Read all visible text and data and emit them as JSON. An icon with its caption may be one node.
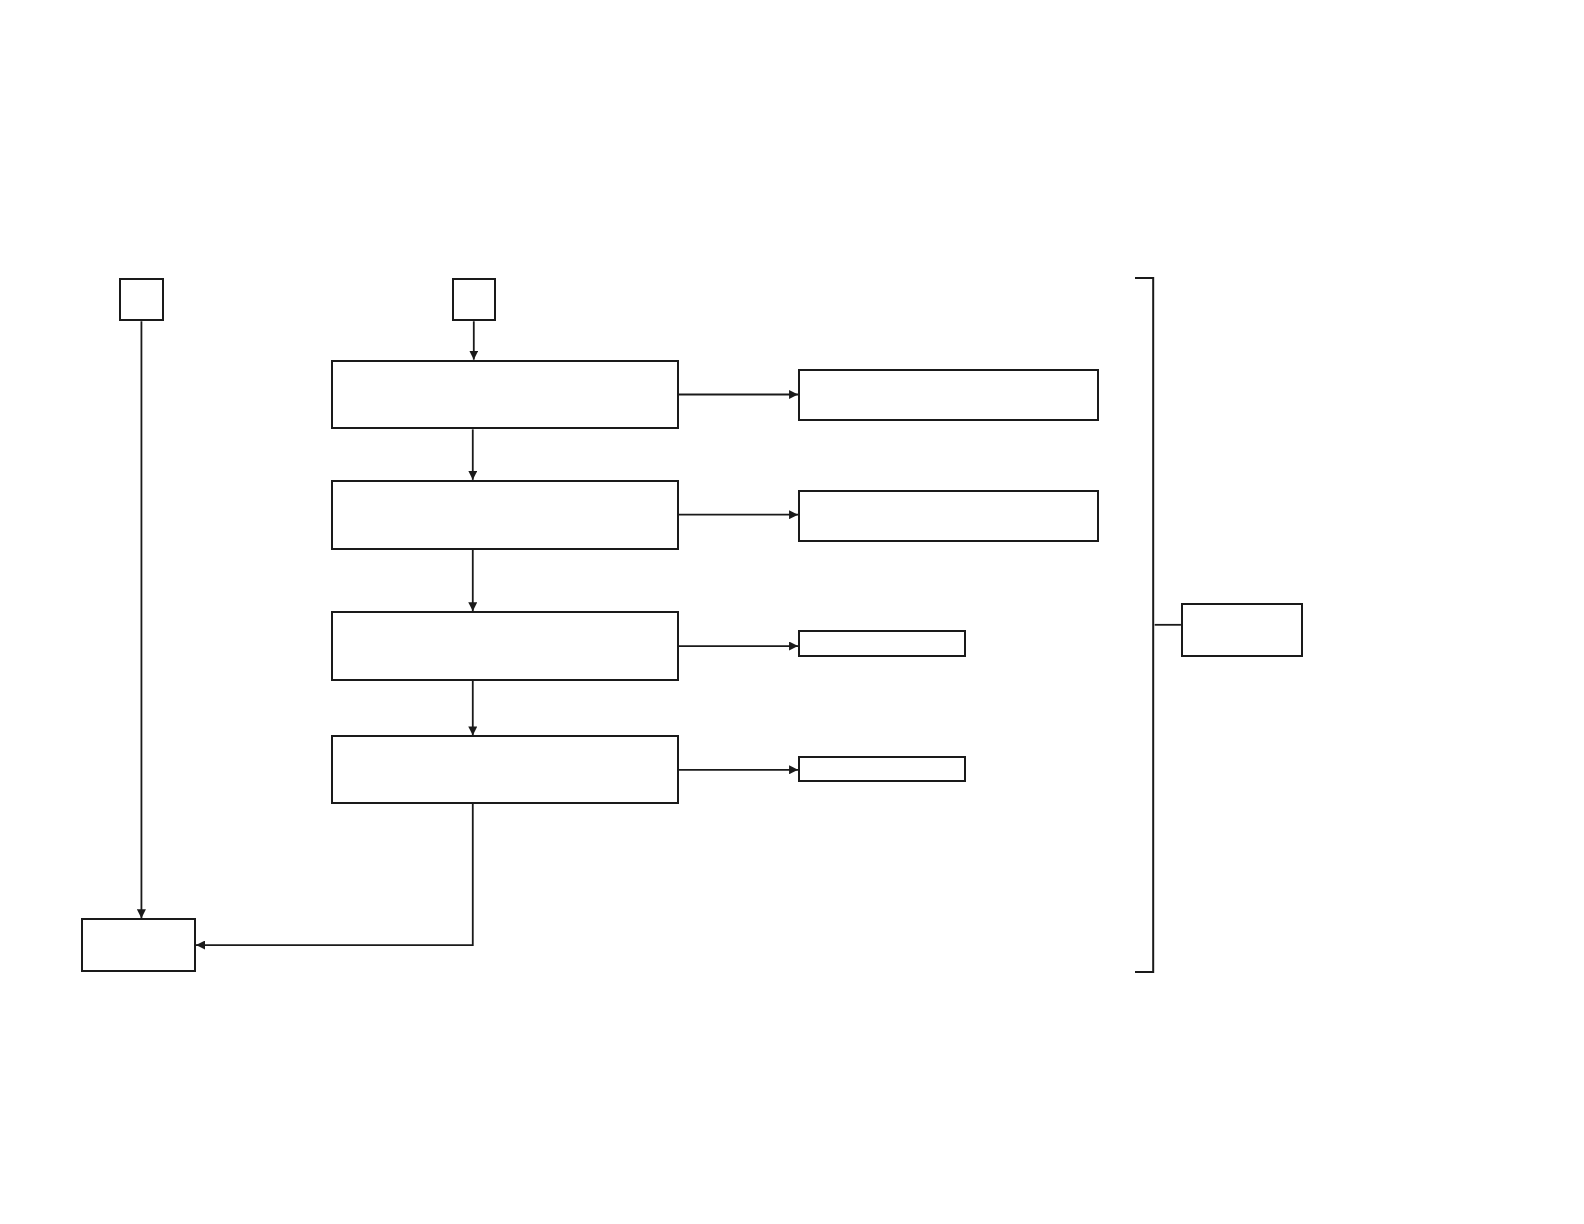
{
  "diagram": {
    "nodes": [
      {
        "text": [],
        "shape": "box"
      },
      {
        "text": [],
        "shape": "box"
      },
      {
        "text": [],
        "shape": "box"
      },
      {
        "text": [],
        "shape": "box"
      },
      {
        "text": [],
        "shape": "box"
      },
      {
        "text": [],
        "shape": "box"
      },
      {
        "text": [],
        "shape": "box"
      },
      {
        "text": [],
        "shape": "box"
      },
      {
        "text": [],
        "shape": "box"
      },
      {
        "text": [],
        "shape": "box"
      },
      {
        "text": [],
        "shape": "box"
      },
      {
        "text": [],
        "shape": "box"
      },
      {
        "text": [],
        "shape": "bracket"
      }
    ],
    "edges": [
      {
        "from": 1,
        "to": 2,
        "arrow": "to"
      },
      {
        "from": 2,
        "to": 3,
        "arrow": "to"
      },
      {
        "from": 2,
        "to": 4,
        "arrow": "to"
      },
      {
        "from": 4,
        "to": 5,
        "arrow": "to"
      },
      {
        "from": 4,
        "to": 6,
        "arrow": "to"
      },
      {
        "from": 6,
        "to": 7,
        "arrow": "to"
      },
      {
        "from": 6,
        "to": 8,
        "arrow": "to"
      },
      {
        "from": 8,
        "to": 9,
        "arrow": "to"
      },
      {
        "from": 0,
        "to": 11,
        "arrow": "to"
      },
      {
        "from": 8,
        "to": 11,
        "arrow": "to"
      },
      {
        "from": 12,
        "to": 10,
        "arrow": "none"
      }
    ]
  }
}
